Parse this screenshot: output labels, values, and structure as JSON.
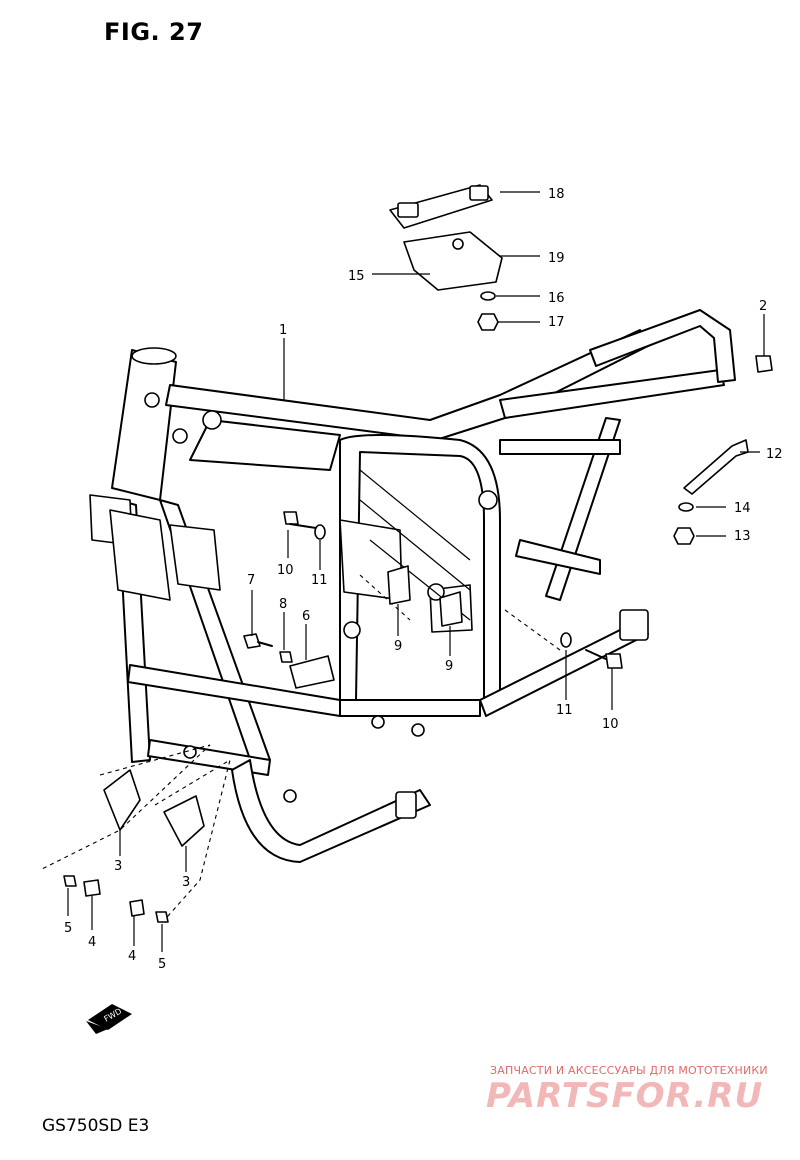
{
  "figure": {
    "title": "FIG. 27",
    "model_code": "GS750SD E3",
    "fwd_label": "FWD"
  },
  "watermark": {
    "tagline": "ЗАПЧАСТИ И АКСЕССУАРЫ ДЛЯ МОТОТЕХНИКИ",
    "logo": "PARTSFOR.RU",
    "logo_color": "#f2b7b7",
    "tagline_color": "#e06a6a"
  },
  "callouts": {
    "c1": "1",
    "c2": "2",
    "c3a": "3",
    "c3b": "3",
    "c4a": "4",
    "c4b": "4",
    "c5a": "5",
    "c5b": "5",
    "c6": "6",
    "c7": "7",
    "c8": "8",
    "c9a": "9",
    "c9b": "9",
    "c10a": "10",
    "c10b": "10",
    "c11a": "11",
    "c11b": "11",
    "c12": "12",
    "c13": "13",
    "c14": "14",
    "c15": "15",
    "c16": "16",
    "c17": "17",
    "c18": "18",
    "c19": "19"
  }
}
